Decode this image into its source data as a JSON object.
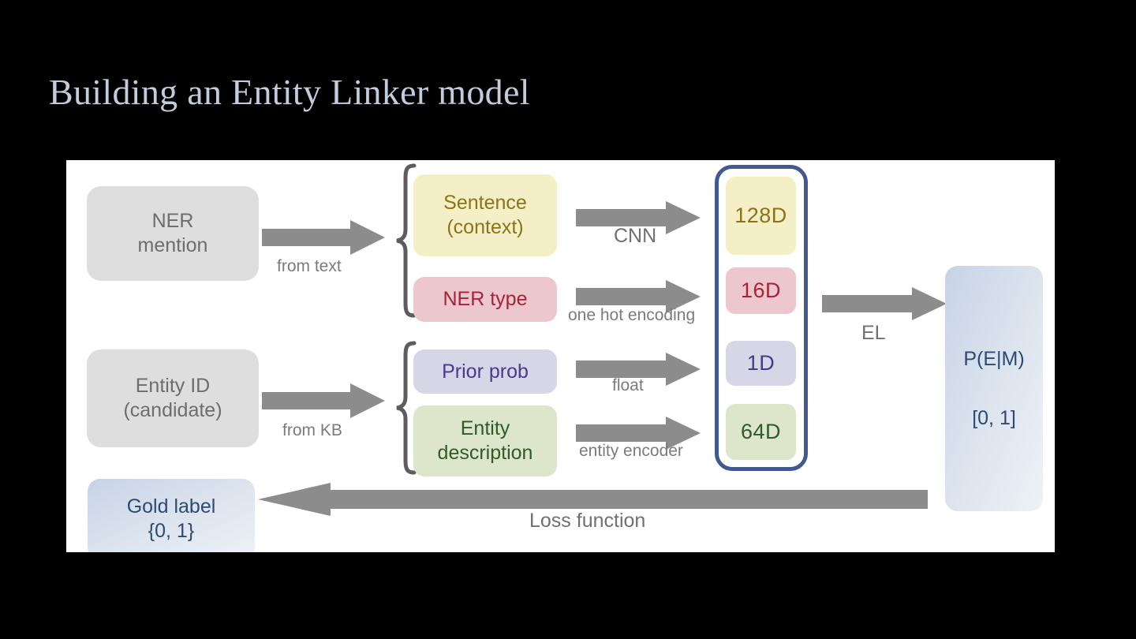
{
  "slide": {
    "title": "Building an Entity Linker model",
    "background_color": "#000000",
    "title_color": "#c3ccdc",
    "panel_color": "#ffffff"
  },
  "diagram": {
    "inputs": [
      {
        "id": "ner-mention",
        "label": "NER\nmention",
        "color": "#dedede",
        "text_color": "#6d6d6d"
      },
      {
        "id": "entity-id",
        "label": "Entity ID\n(candidate)",
        "color": "#dedede",
        "text_color": "#6d6d6d"
      }
    ],
    "gold_label": {
      "id": "gold-label",
      "label": "Gold label\n{0, 1}",
      "color": "#ccd8e8",
      "text_color": "#2c4a72"
    },
    "features": [
      {
        "id": "sentence-context",
        "label": "Sentence\n(context)",
        "color": "#f4efc6",
        "text_color": "#8a7418"
      },
      {
        "id": "ner-type",
        "label": "NER type",
        "color": "#ecc7ce",
        "text_color": "#a6223b"
      },
      {
        "id": "prior-prob",
        "label": "Prior prob",
        "color": "#d6d6e7",
        "text_color": "#49398f"
      },
      {
        "id": "entity-description",
        "label": "Entity\ndescription",
        "color": "#dde5ca",
        "text_color": "#2f5a2c"
      }
    ],
    "encodings": [
      {
        "id": "dim-128",
        "label": "128D",
        "color": "#f4efc6",
        "text_color": "#8a7418"
      },
      {
        "id": "dim-16",
        "label": "16D",
        "color": "#ecc7ce",
        "text_color": "#a6223b"
      },
      {
        "id": "dim-1",
        "label": "1D",
        "color": "#d6d6e7",
        "text_color": "#49398f"
      },
      {
        "id": "dim-64",
        "label": "64D",
        "color": "#dde5ca",
        "text_color": "#2f5a2c"
      }
    ],
    "stack_border_color": "#41598f",
    "output": {
      "id": "output-prob",
      "label_line1": "P(E|M)",
      "label_line2": "[0, 1]",
      "text_color": "#2c4a72"
    },
    "arrow_color": "#8c8c8c",
    "arrow_labels": {
      "from_text": "from text",
      "from_kb": "from KB",
      "cnn": "CNN",
      "one_hot_encoding": "one hot encoding",
      "float": "float",
      "entity_encoder": "entity encoder",
      "el": "EL",
      "loss_function": "Loss function"
    }
  }
}
